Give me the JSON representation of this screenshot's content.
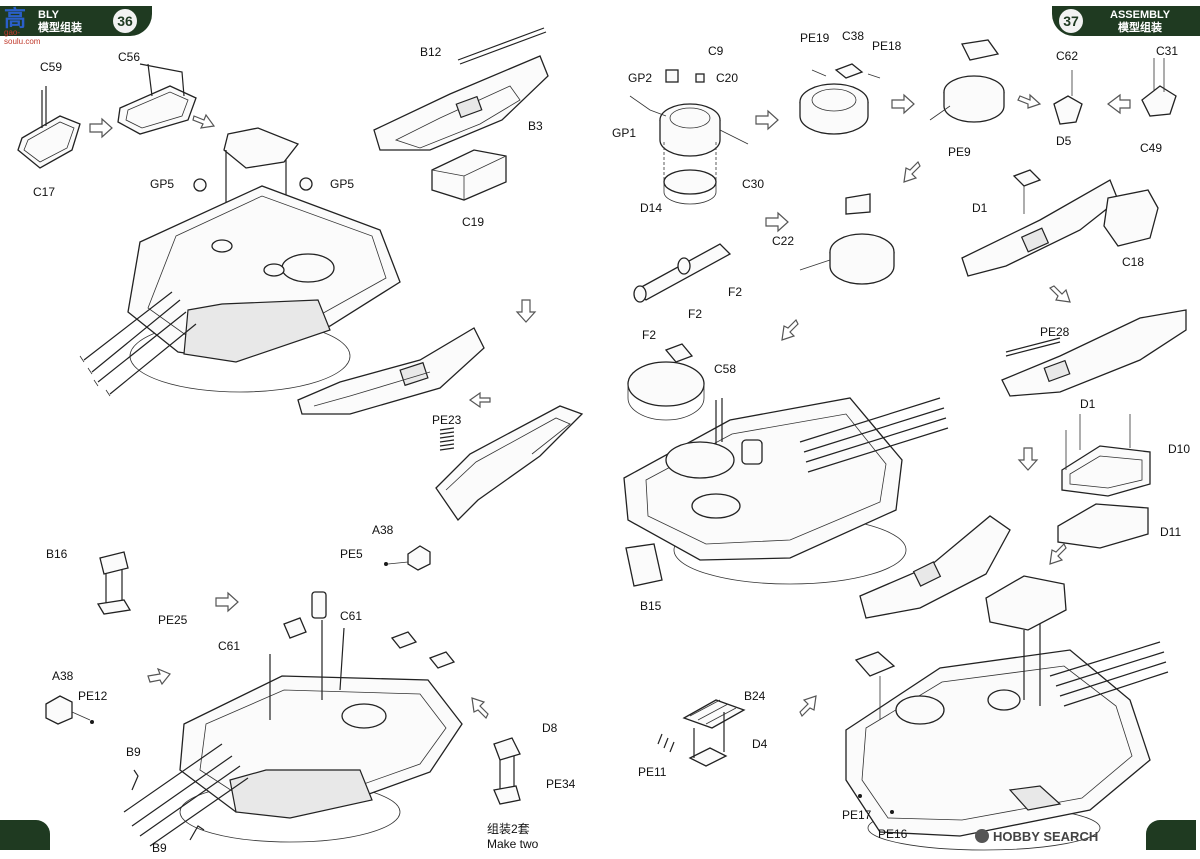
{
  "header_left": {
    "title": "BLY",
    "title_cn": "模型组装",
    "step": "36"
  },
  "header_right": {
    "title": "ASSEMBLY",
    "title_cn": "模型组装",
    "step": "37"
  },
  "logo": {
    "text": "高",
    "url": "gao-soulu.com"
  },
  "note": {
    "cn": "组装2套",
    "en": "Make two"
  },
  "watermark": {
    "text": "HOBBY SEARCH"
  },
  "labels": {
    "c59": "C59",
    "c56": "C56",
    "c17": "C17",
    "gp5a": "GP5",
    "gp5b": "GP5",
    "b12": "B12",
    "b3": "B3",
    "c19": "C19",
    "pe23": "PE23",
    "b16": "B16",
    "pe25": "PE25",
    "a38a": "A38",
    "pe5": "PE5",
    "c61a": "C61",
    "c61b": "C61",
    "a38b": "A38",
    "pe12": "PE12",
    "b9a": "B9",
    "b9b": "B9",
    "d8": "D8",
    "pe34": "PE34",
    "c9": "C9",
    "gp2": "GP2",
    "c20": "C20",
    "gp1": "GP1",
    "c30": "C30",
    "d14": "D14",
    "pe19": "PE19",
    "c38": "C38",
    "pe18": "PE18",
    "pe9": "PE9",
    "c62": "C62",
    "c31": "C31",
    "c49": "C49",
    "c22": "C22",
    "f2a": "F2",
    "f2b": "F2",
    "f2c": "F2",
    "d5": "D5",
    "d1a": "D1",
    "c18": "C18",
    "pe28": "PE28",
    "c58": "C58",
    "b15": "B15",
    "d1b": "D1",
    "d10": "D10",
    "d11": "D11",
    "b24": "B24",
    "d4": "D4",
    "pe11": "PE11",
    "pe17": "PE17",
    "pe16": "PE16"
  }
}
